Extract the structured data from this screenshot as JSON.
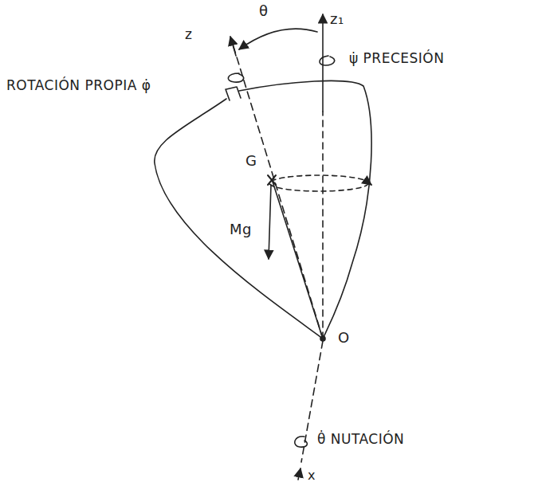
{
  "diagram": {
    "labels": [
      "θ",
      "z",
      "z₁",
      "ψ̇ PRECESIÓN",
      "ROTACIÓN PROPIA φ̇",
      "G",
      "Mg",
      "O",
      "θ̇ NUTACIÓN",
      "x"
    ]
  }
}
